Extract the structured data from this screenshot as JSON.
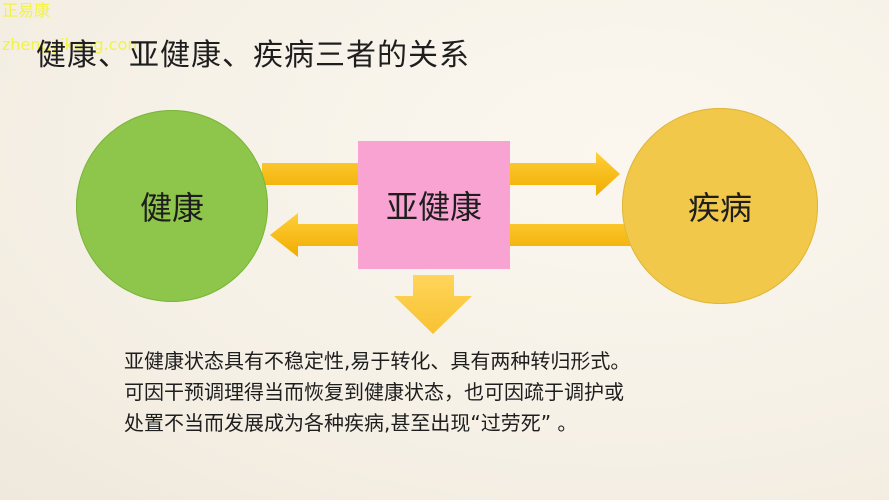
{
  "watermark": {
    "brand": "正易康",
    "url": "zhengyikang.com"
  },
  "title": "健康、亚健康、疾病三者的关系",
  "nodes": {
    "health": "健康",
    "subhealth": "亚健康",
    "disease": "疾病"
  },
  "description": [
    "亚健康状态具有不稳定性,易于转化、具有两种转归形式。",
    "可因干预调理得当而恢复到健康状态，也可因疏于调护或",
    "处置不当而发展成为各种疾病,甚至出现“过劳死” 。"
  ],
  "colors": {
    "health": "#8dc64a",
    "subhealth": "#f9a3d2",
    "disease": "#f1c84a",
    "arrow": "#f5b800"
  }
}
